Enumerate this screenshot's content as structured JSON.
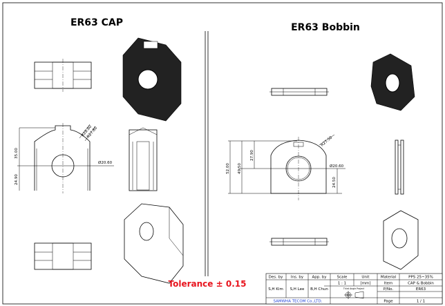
{
  "titles": {
    "cap": "ER63 CAP",
    "bobbin": "ER63 Bobbin"
  },
  "tolerance": "Tolerance ± 0.15",
  "cap_dims": {
    "r1": "R28.80",
    "r2": "R27.80",
    "h1": "35.00",
    "h2": "24.90",
    "dia": "Ø20.60"
  },
  "bobbin_dims": {
    "r": "R27.50",
    "h_total": "52.00",
    "h_inner": "49.50",
    "h_upper": "27.90",
    "h_lower": "24.50",
    "dia": "Ø20.60"
  },
  "title_block": {
    "des_by_label": "Des. by",
    "ins_by_label": "Ins. by",
    "app_by_label": "App. by",
    "scale_label": "Scale",
    "unit_label": "Unit",
    "material_label": "Material",
    "material": "PPS 25~35%",
    "des_by": "S,H Kim",
    "ins_by": "S,H Lee",
    "app_by": "B,H Chun",
    "scale": "1 : 1",
    "unit": "[mm]",
    "item_label": "Item",
    "item": "CAP & Bobbin",
    "projection": "Third Angle Project",
    "pno_label": "P/No.",
    "pno": "ER63",
    "company": "SAMWHA TECOM Co.,LTD.",
    "page_label": "Page",
    "page": "1 / 1"
  }
}
